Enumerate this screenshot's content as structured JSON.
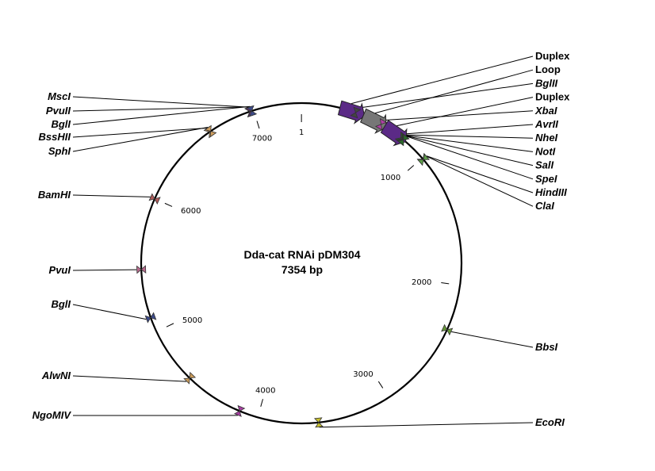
{
  "plasmid": {
    "name": "Dda-cat RNAi pDM304",
    "size": "7354 bp",
    "total_bp": 7354
  },
  "ticks": [
    {
      "label": "1",
      "pos": 1
    },
    {
      "label": "1000",
      "pos": 1000
    },
    {
      "label": "2000",
      "pos": 2000
    },
    {
      "label": "3000",
      "pos": 3000
    },
    {
      "label": "4000",
      "pos": 4000
    },
    {
      "label": "5000",
      "pos": 5000
    },
    {
      "label": "6000",
      "pos": 6000
    },
    {
      "label": "7000",
      "pos": 7000
    }
  ],
  "features": [
    {
      "label": "Duplex",
      "pos": 355,
      "color": "#5b2a86"
    },
    {
      "label": "Loop",
      "pos": 535,
      "color": "#777777"
    },
    {
      "label": "Duplex",
      "pos": 710,
      "color": "#5b2a86"
    }
  ],
  "sites": [
    {
      "label": "BglII",
      "pos": 405,
      "color": "#444444",
      "feature": false
    },
    {
      "label": "XbaI",
      "pos": 610,
      "color": "#b23fa6",
      "feature": false
    },
    {
      "label": "AvrII",
      "pos": 785,
      "color": "#2b6b2b",
      "feature": false
    },
    {
      "label": "NheI",
      "pos": 795,
      "color": "#1f4d1f",
      "feature": false
    },
    {
      "label": "NotI",
      "pos": 800,
      "color": "#2b6b2b",
      "feature": false
    },
    {
      "label": "SalI",
      "pos": 805,
      "color": "#3a7d3a",
      "feature": false
    },
    {
      "label": "SpeI",
      "pos": 810,
      "color": "#2b6b2b",
      "feature": false
    },
    {
      "label": "HindIII",
      "pos": 1010,
      "color": "#5e9e4a",
      "feature": false
    },
    {
      "label": "ClaI",
      "pos": 1015,
      "color": "#5e9e4a",
      "feature": false
    },
    {
      "label": "BbsI",
      "pos": 2340,
      "color": "#6a9a3a",
      "feature": false
    },
    {
      "label": "EcoRI",
      "pos": 3550,
      "color": "#c9c22e",
      "feature": false
    },
    {
      "label": "NgoMIV",
      "pos": 4140,
      "color": "#a53fa0",
      "feature": false
    },
    {
      "label": "AlwNI",
      "pos": 4580,
      "color": "#c89a5a",
      "feature": false
    },
    {
      "label": "BglI",
      "pos": 5110,
      "color": "#3c4a8a",
      "feature": false
    },
    {
      "label": "PvuI",
      "pos": 5470,
      "color": "#b96a8e",
      "feature": false
    },
    {
      "label": "BamHI",
      "pos": 6000,
      "color": "#b25a5a",
      "feature": false
    },
    {
      "label": "BssHII",
      "pos": 6640,
      "color": "#d0a060",
      "feature": false
    },
    {
      "label": "SphI",
      "pos": 6650,
      "color": "#d0a060",
      "feature": false
    },
    {
      "label": "MscI",
      "pos": 6970,
      "color": "#5b2a86",
      "feature": false
    },
    {
      "label": "PvuII",
      "pos": 6975,
      "color": "#8a3aa0",
      "feature": false
    },
    {
      "label": "BglI",
      "pos": 6985,
      "color": "#3c4a8a",
      "feature": false
    }
  ]
}
